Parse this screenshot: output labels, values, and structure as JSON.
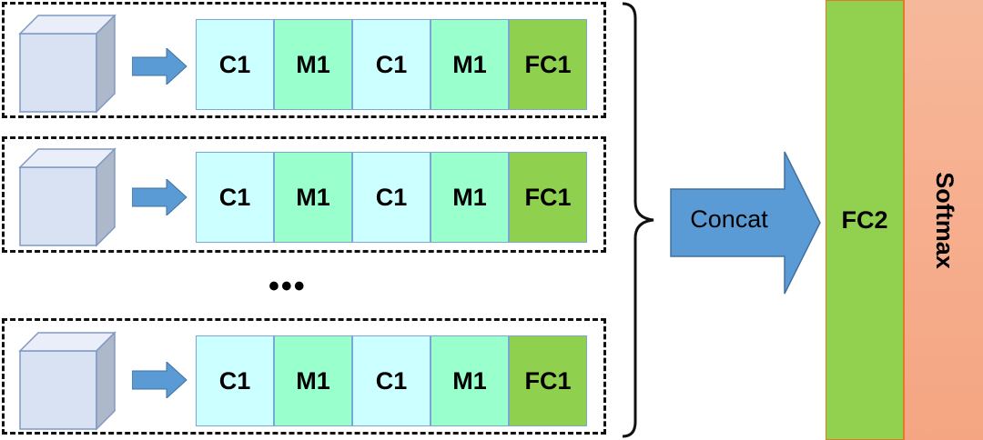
{
  "rows": [
    {
      "blocks": [
        "C1",
        "M1",
        "C1",
        "M1",
        "FC1"
      ]
    },
    {
      "blocks": [
        "C1",
        "M1",
        "C1",
        "M1",
        "FC1"
      ]
    },
    {
      "blocks": [
        "C1",
        "M1",
        "C1",
        "M1",
        "FC1"
      ]
    }
  ],
  "ellipsis": "•••",
  "concat_label": "Concat",
  "fc2_label": "FC2",
  "softmax_label": "Softmax",
  "colors": {
    "cube_front": "#d9e2f3",
    "cube_top": "#e9eef8",
    "cube_side": "#adb9ca",
    "arrow": "#5b9bd5",
    "conv": "#ccffff",
    "pool": "#99ffcc",
    "fc": "#8fd14f",
    "fc2": "#92d050",
    "softmax": "#f6b89a"
  }
}
